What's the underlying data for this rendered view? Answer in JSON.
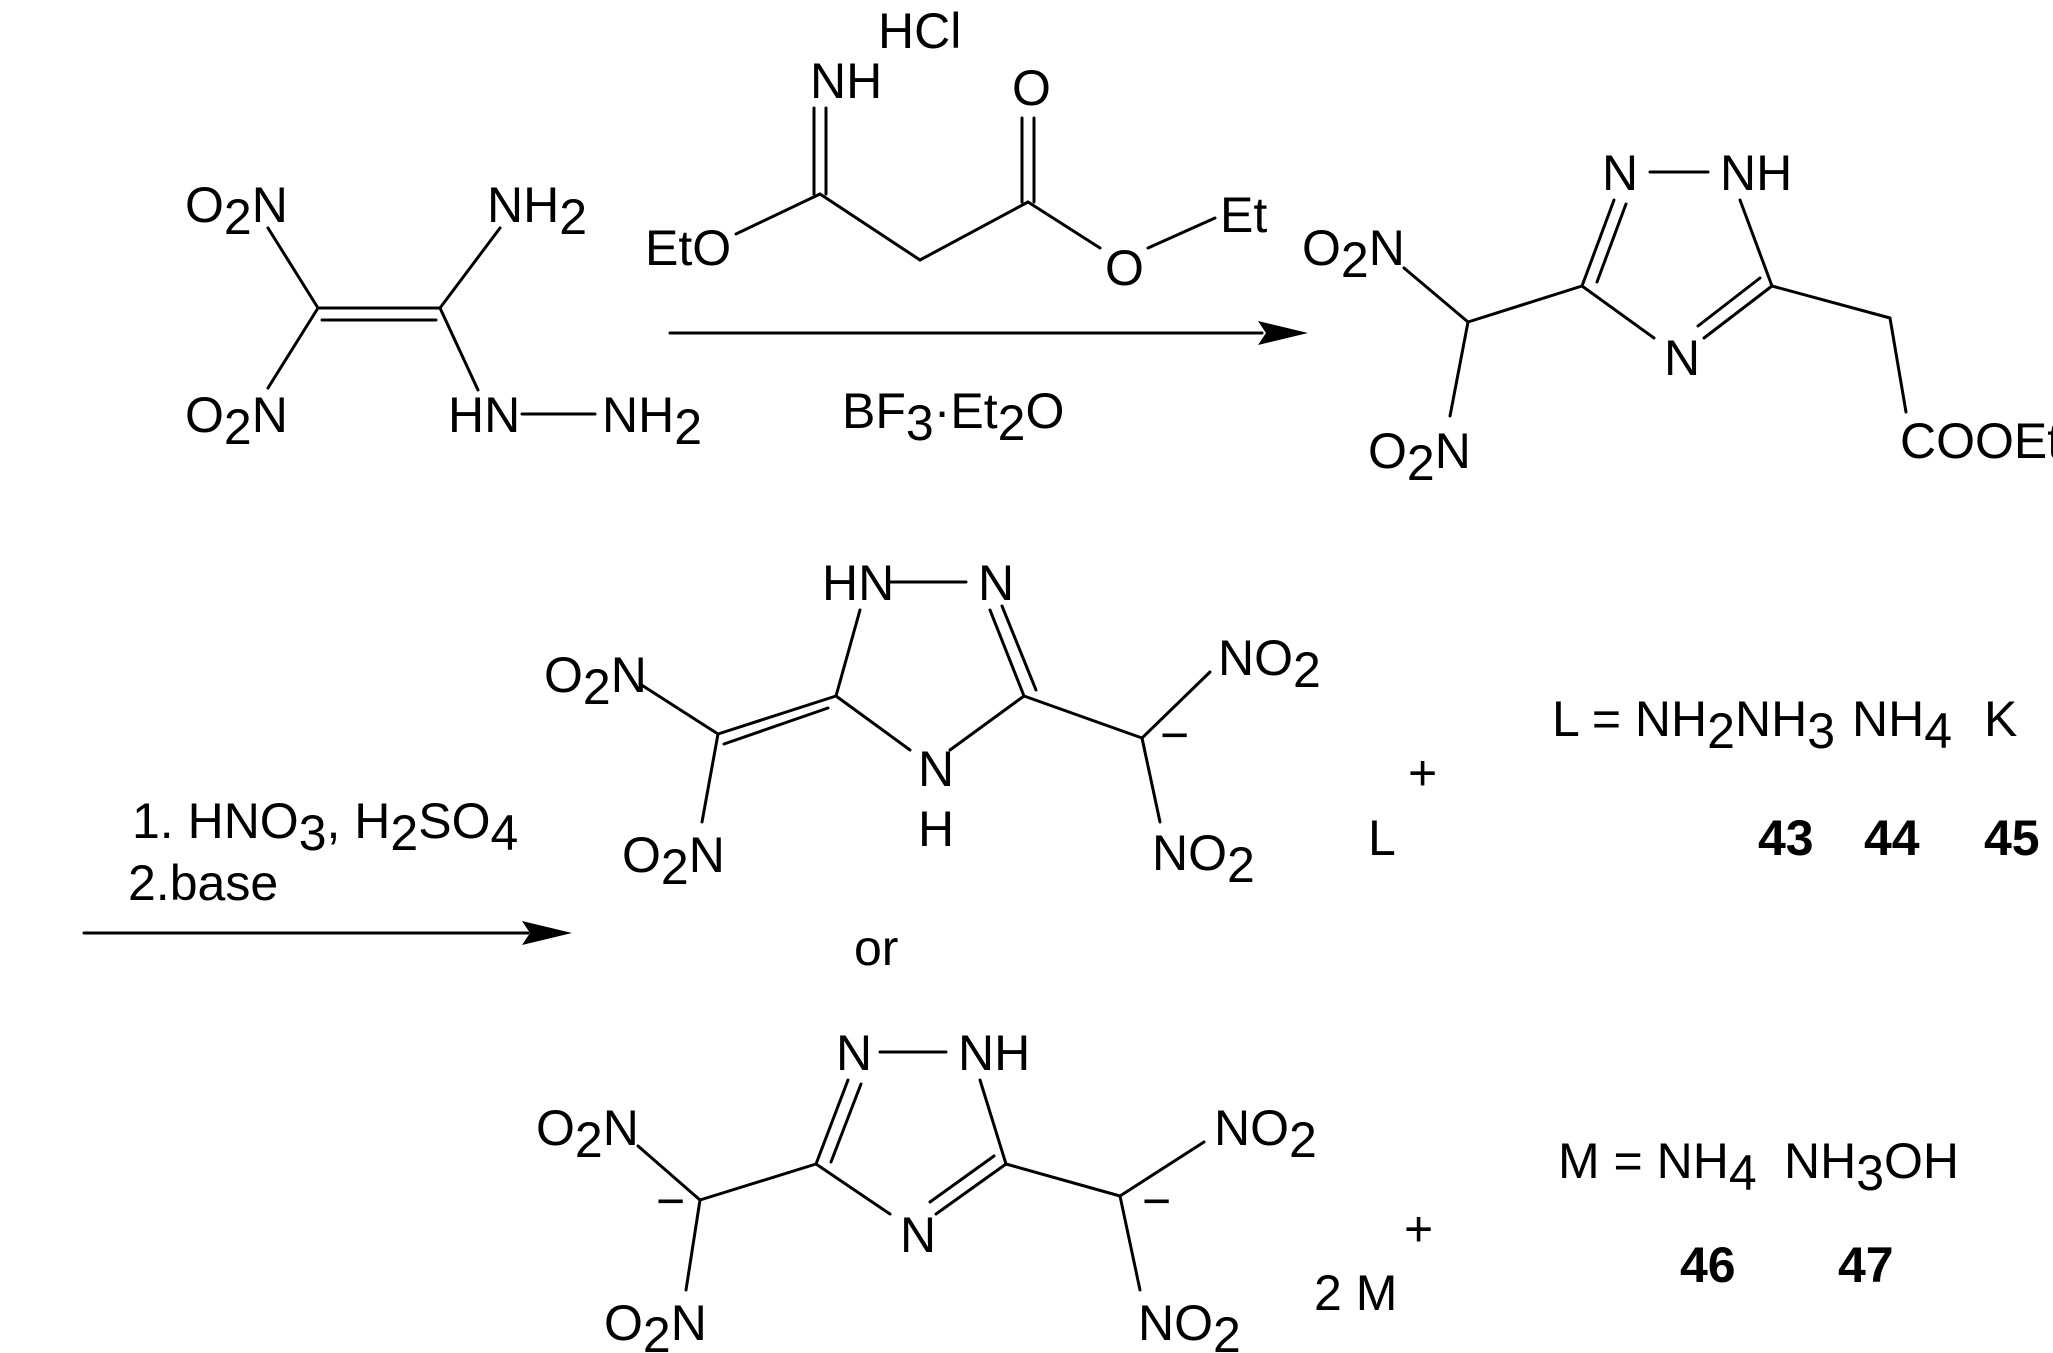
{
  "labels": {
    "o2n": "O",
    "two": "2",
    "n": "N",
    "no": "NO",
    "nh": "NH",
    "hn": "HN",
    "h": "H",
    "nh2_base": "NH",
    "hcl": "HCl",
    "eto": "EtO",
    "o": "O",
    "et": "Et",
    "cooet": "COOEt",
    "minus": "−",
    "plus": "+",
    "bf3_a": "BF",
    "bf3_sub": "3",
    "bf3_b": "·Et",
    "et2_sub": "2",
    "bf3_c": "O"
  },
  "conditions": {
    "step1": "1. HNO",
    "step1_sub": "3",
    "step1_b": ", H",
    "step1_sub2": "2",
    "step1_c": "SO",
    "step1_sub3": "4",
    "step2": "2.base",
    "or": "or"
  },
  "salts1": {
    "cation": "L",
    "charge": "+",
    "def_a": "L = NH",
    "def_sub1": "2",
    "def_b": "NH",
    "def_sub2": "3",
    "opt2": "NH",
    "opt2_sub": "4",
    "opt3": "K",
    "compounds": [
      "43",
      "44",
      "45"
    ]
  },
  "salts2": {
    "cation": "2 M",
    "charge": "+",
    "def_a": "M = NH",
    "def_sub1": "4",
    "opt2": "NH",
    "opt2_sub": "3",
    "opt2_b": "OH",
    "compounds": [
      "46",
      "47"
    ]
  }
}
